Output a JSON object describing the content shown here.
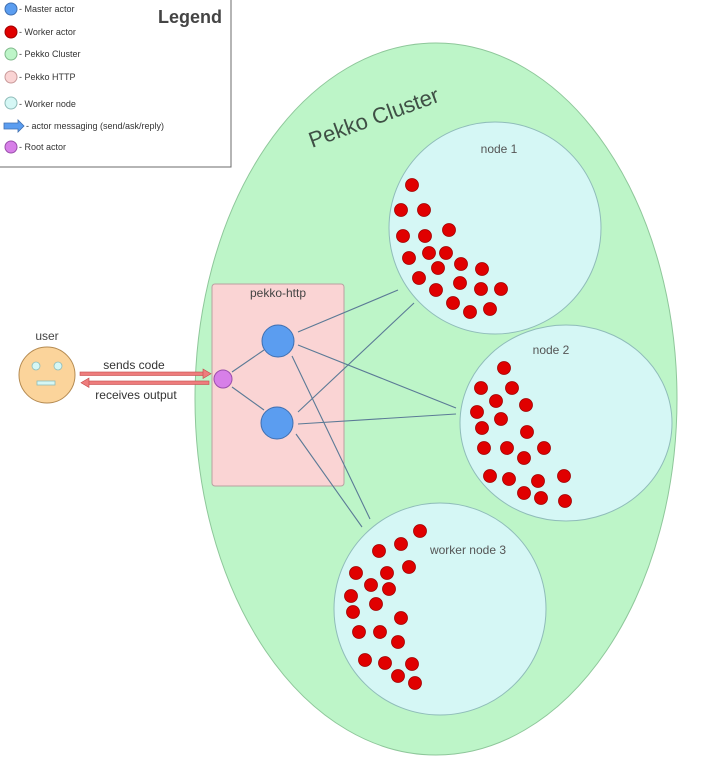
{
  "legend": {
    "title": "Legend",
    "items": [
      {
        "label": "- Master actor",
        "icon": "blue-circle-icon",
        "color": "#5b9df0"
      },
      {
        "label": "- Worker actor",
        "icon": "red-circle-icon",
        "color": "#e00000"
      },
      {
        "label": "- Pekko Cluster",
        "icon": "green-circle-icon",
        "color": "#bdf5c8"
      },
      {
        "label": "- Pekko HTTP",
        "icon": "pink-circle-icon",
        "color": "#fad4d4"
      },
      {
        "label": "- Worker node",
        "icon": "cyan-circle-icon",
        "color": "#d5f7f5"
      },
      {
        "label": "- actor messaging (send/ask/reply)",
        "icon": "blue-arrow-icon",
        "color": "#5b9df0"
      },
      {
        "label": "- Root actor",
        "icon": "purple-circle-icon",
        "color": "#d77fe8"
      }
    ]
  },
  "cluster": {
    "label": "Pekko Cluster",
    "color": "#bdf5c8"
  },
  "http": {
    "label": "pekko-http",
    "color": "#fad4d4"
  },
  "nodes": [
    {
      "label": "node 1",
      "color": "#d5f7f5"
    },
    {
      "label": "node 2",
      "color": "#d5f7f5"
    },
    {
      "label": "worker node 3",
      "color": "#d5f7f5"
    }
  ],
  "user": {
    "label": "user",
    "color": "#fbd49b"
  },
  "arrows": {
    "sends": "sends code",
    "receives": "receives output"
  }
}
